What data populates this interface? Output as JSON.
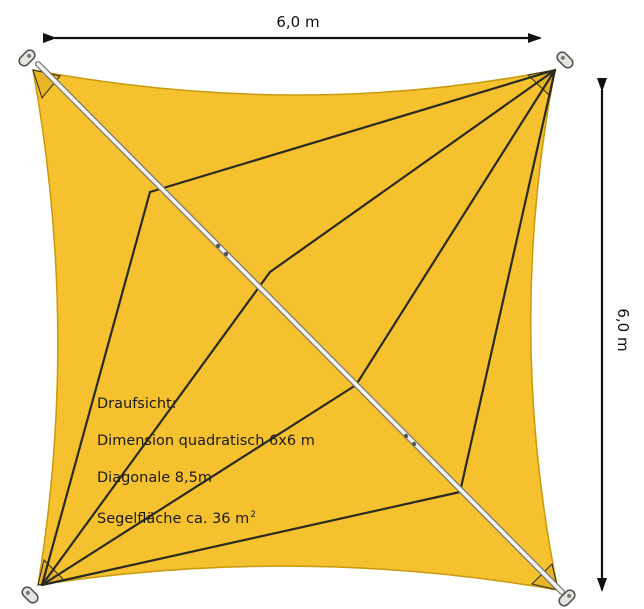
{
  "dimensions": {
    "width_label": "6,0 m",
    "height_label": "6,0 m"
  },
  "info": {
    "heading": "Draufsicht:",
    "dimension": "Dimension quadratisch 6x6 m",
    "diagonal": "Diagonale 8,5m",
    "area_text": "Segelfläche ca. 36 m",
    "area_unit_exponent": "2"
  },
  "colors": {
    "sail_fill": "#f5c12e",
    "seam": "#2a2a1f",
    "arrow": "#111111",
    "rope": "#f4f4f0"
  },
  "icons": {
    "corner_fitting": "d-ring-shackle-icon"
  }
}
